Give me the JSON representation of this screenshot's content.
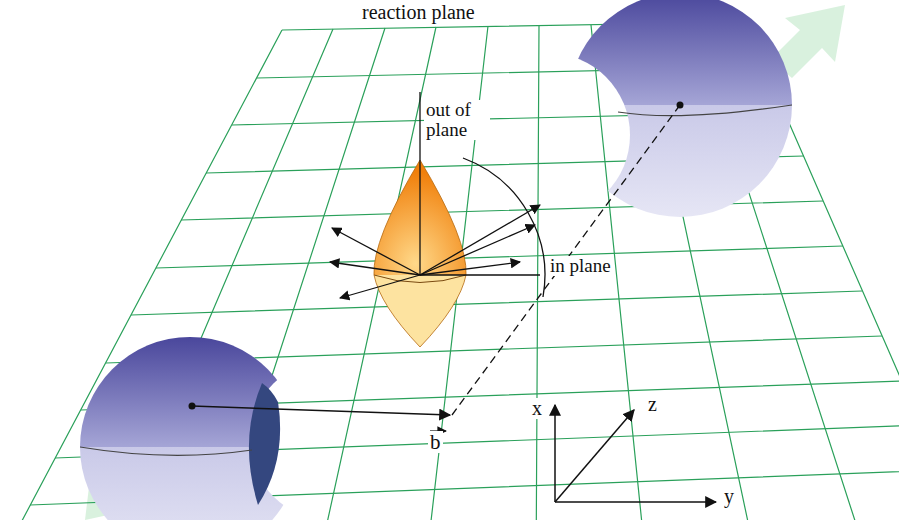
{
  "diagram": {
    "labels": [
      "reaction plane",
      "out of plane",
      "in plane",
      "b",
      "x",
      "z",
      "y"
    ]
  }
}
